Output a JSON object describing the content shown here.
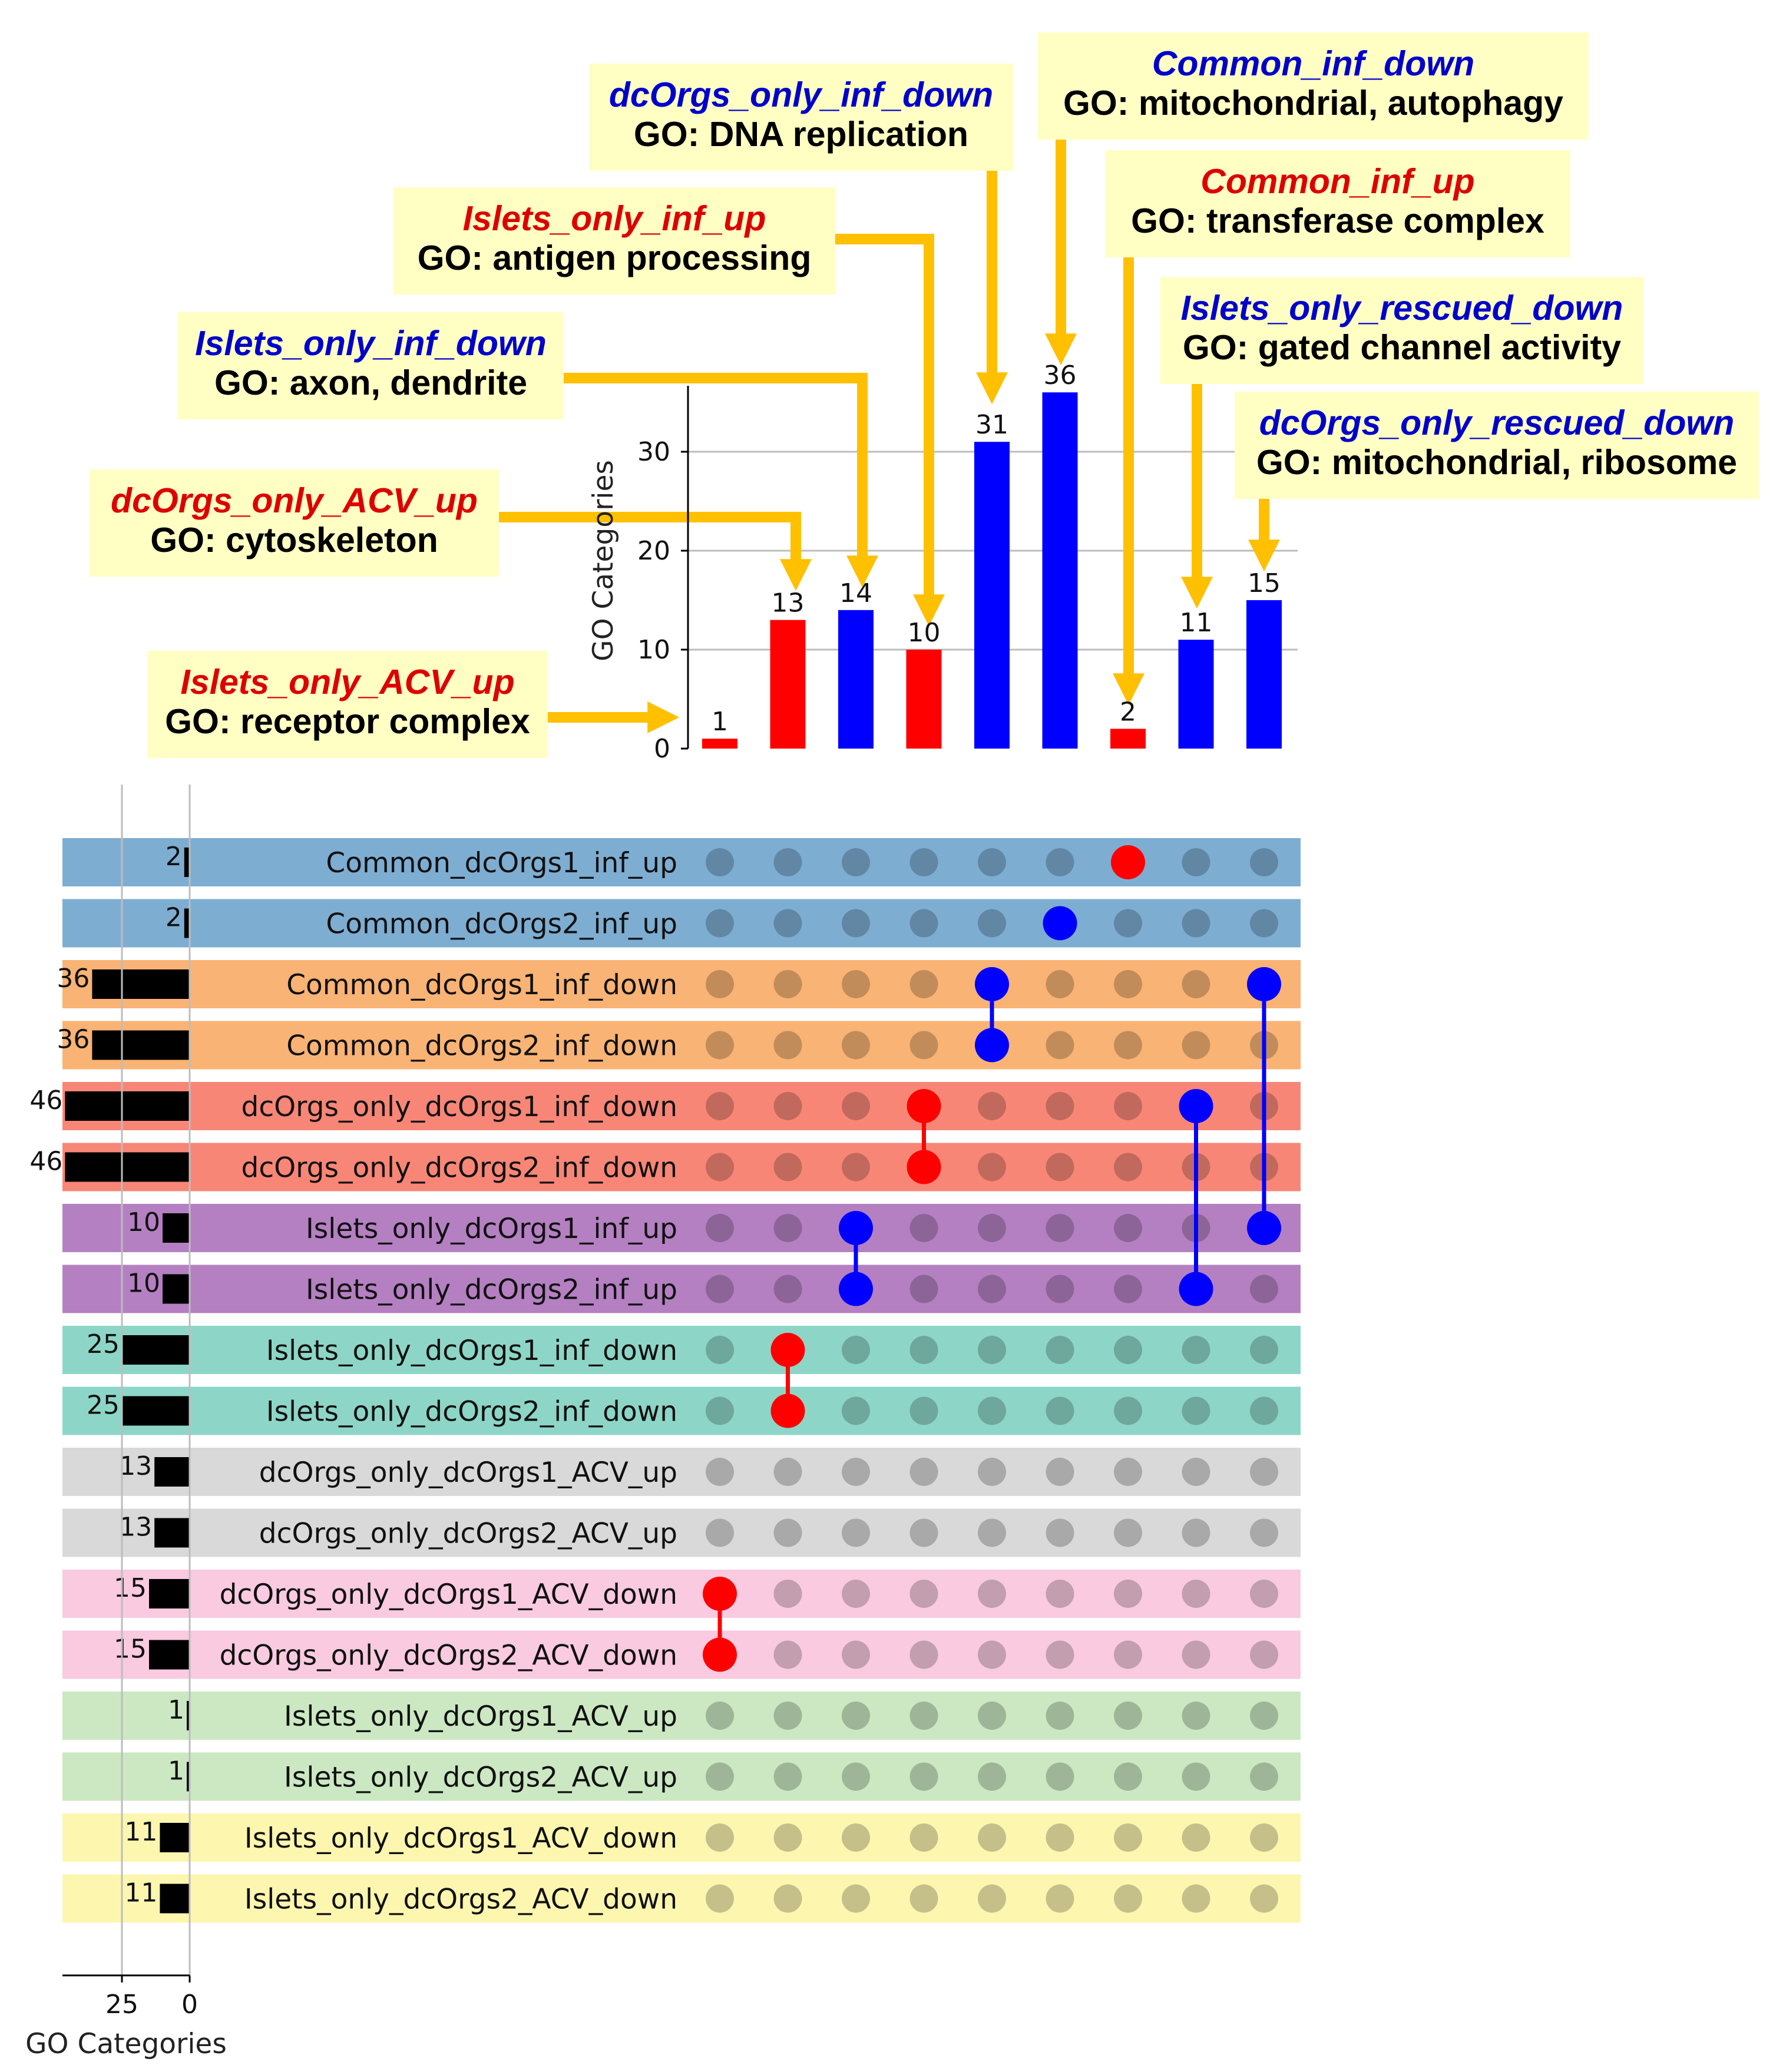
{
  "chart_data": {
    "type": "upset",
    "intersection_axis_label": "GO Categories",
    "intersection_yticks": [
      0,
      10,
      20,
      30
    ],
    "set_size_axis_label": "GO Categories",
    "set_size_xticks": [
      25,
      0
    ],
    "intersections": [
      {
        "value": 1,
        "color": "#ff0000",
        "sets": [
          12,
          13
        ]
      },
      {
        "value": 13,
        "color": "#ff0000",
        "sets": [
          8,
          9
        ]
      },
      {
        "value": 14,
        "color": "#0000ff",
        "sets": [
          6,
          7
        ]
      },
      {
        "value": 10,
        "color": "#ff0000",
        "sets": [
          4,
          5
        ]
      },
      {
        "value": 31,
        "color": "#0000ff",
        "sets": [
          2,
          3
        ]
      },
      {
        "value": 36,
        "color": "#0000ff",
        "sets": [
          1
        ]
      },
      {
        "value": 2,
        "color": "#ff0000",
        "sets": [
          0
        ]
      },
      {
        "value": 11,
        "color": "#0000ff",
        "sets": [
          4,
          7
        ]
      },
      {
        "value": 15,
        "color": "#0000ff",
        "sets": [
          2,
          6
        ]
      }
    ],
    "sets": [
      {
        "name": "Common_dcOrgs1_inf_up",
        "size": 2,
        "group": 0
      },
      {
        "name": "Common_dcOrgs2_inf_up",
        "size": 2,
        "group": 0
      },
      {
        "name": "Common_dcOrgs1_inf_down",
        "size": 36,
        "group": 1
      },
      {
        "name": "Common_dcOrgs2_inf_down",
        "size": 36,
        "group": 1
      },
      {
        "name": "dcOrgs_only_dcOrgs1_inf_down",
        "size": 46,
        "group": 2
      },
      {
        "name": "dcOrgs_only_dcOrgs2_inf_down",
        "size": 46,
        "group": 2
      },
      {
        "name": "Islets_only_dcOrgs1_inf_up",
        "size": 10,
        "group": 3
      },
      {
        "name": "Islets_only_dcOrgs2_inf_up",
        "size": 10,
        "group": 3
      },
      {
        "name": "Islets_only_dcOrgs1_inf_down",
        "size": 25,
        "group": 4
      },
      {
        "name": "Islets_only_dcOrgs2_inf_down",
        "size": 25,
        "group": 4
      },
      {
        "name": "dcOrgs_only_dcOrgs1_ACV_up",
        "size": 13,
        "group": 5
      },
      {
        "name": "dcOrgs_only_dcOrgs2_ACV_up",
        "size": 13,
        "group": 5
      },
      {
        "name": "dcOrgs_only_dcOrgs1_ACV_down",
        "size": 15,
        "group": 6
      },
      {
        "name": "dcOrgs_only_dcOrgs2_ACV_down",
        "size": 15,
        "group": 6
      },
      {
        "name": "Islets_only_dcOrgs1_ACV_up",
        "size": 1,
        "group": 7
      },
      {
        "name": "Islets_only_dcOrgs2_ACV_up",
        "size": 1,
        "group": 7
      },
      {
        "name": "Islets_only_dcOrgs1_ACV_down",
        "size": 11,
        "group": 8
      },
      {
        "name": "Islets_only_dcOrgs2_ACV_down",
        "size": 11,
        "group": 8
      }
    ],
    "set_group_colors": [
      "#7eadd2",
      "#f9b374",
      "#f88676",
      "#b480c2",
      "#8dd6c7",
      "#d9d9d9",
      "#f9cae0",
      "#cbe8c2",
      "#fcf6af"
    ],
    "annotations": [
      {
        "title": "Islets_only_ACV_up",
        "go": "GO: receptor complex",
        "color": "#dd0000",
        "target": 0
      },
      {
        "title": "dcOrgs_only_ACV_up",
        "go": "GO: cytoskeleton",
        "color": "#dd0000",
        "target": 1
      },
      {
        "title": "Islets_only_inf_down",
        "go": "GO: axon, dendrite",
        "color": "#0000cc",
        "target": 2
      },
      {
        "title": "Islets_only_inf_up",
        "go": "GO: antigen processing",
        "color": "#dd0000",
        "target": 3
      },
      {
        "title": "dcOrgs_only_inf_down",
        "go": "GO: DNA replication",
        "color": "#0000cc",
        "target": 4
      },
      {
        "title": "Common_inf_down",
        "go": "GO: mitochondrial, autophagy",
        "color": "#0000cc",
        "target": 5
      },
      {
        "title": "Common_inf_up",
        "go": "GO: transferase complex",
        "color": "#dd0000",
        "target": 6
      },
      {
        "title": "Islets_only_rescued_down",
        "go": "GO: gated channel activity",
        "color": "#0000cc",
        "target": 7
      },
      {
        "title": "dcOrgs_only_rescued_down",
        "go": "GO: mitochondrial, ribosome",
        "color": "#0000cc",
        "target": 8
      }
    ],
    "colors": {
      "up": "#ff0000",
      "down": "#0000ff",
      "arrow": "#ffc000",
      "annotation_box": "#ffffc4",
      "grid": "#bdbdbd",
      "set_bar": "#000000"
    }
  }
}
